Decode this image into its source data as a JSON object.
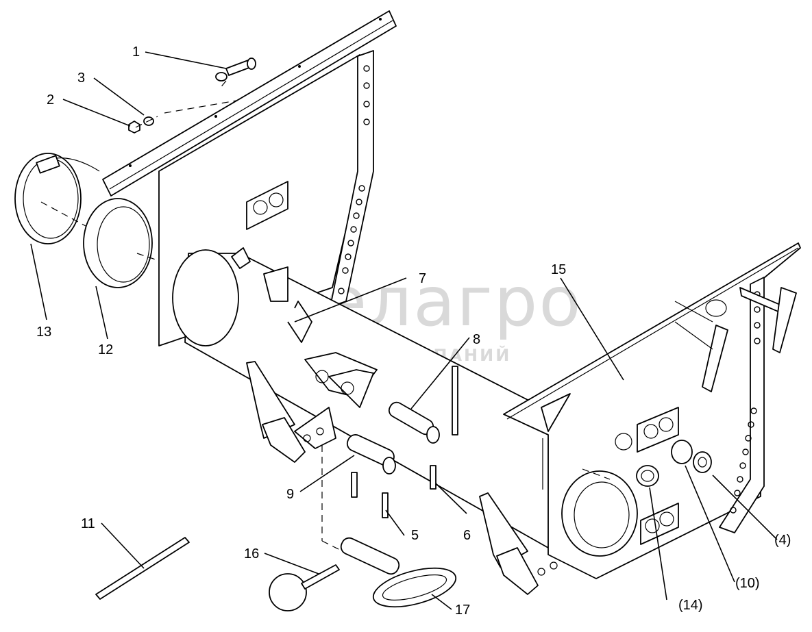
{
  "watermark": {
    "brand": "белагро",
    "tagline": "ГРУППА КОМПАНИЙ"
  },
  "callouts": [
    {
      "id": "c1",
      "label": "1"
    },
    {
      "id": "c2",
      "label": "2"
    },
    {
      "id": "c3",
      "label": "3"
    },
    {
      "id": "c4",
      "label": "(4)"
    },
    {
      "id": "c5",
      "label": "5"
    },
    {
      "id": "c6",
      "label": "6"
    },
    {
      "id": "c7",
      "label": "7"
    },
    {
      "id": "c8",
      "label": "8"
    },
    {
      "id": "c9",
      "label": "9"
    },
    {
      "id": "c10",
      "label": "(10)"
    },
    {
      "id": "c11",
      "label": "11"
    },
    {
      "id": "c12",
      "label": "12"
    },
    {
      "id": "c13",
      "label": "13"
    },
    {
      "id": "c14",
      "label": "(14)"
    },
    {
      "id": "c15",
      "label": "15"
    },
    {
      "id": "c16",
      "label": "16"
    },
    {
      "id": "c17",
      "label": "17"
    }
  ]
}
